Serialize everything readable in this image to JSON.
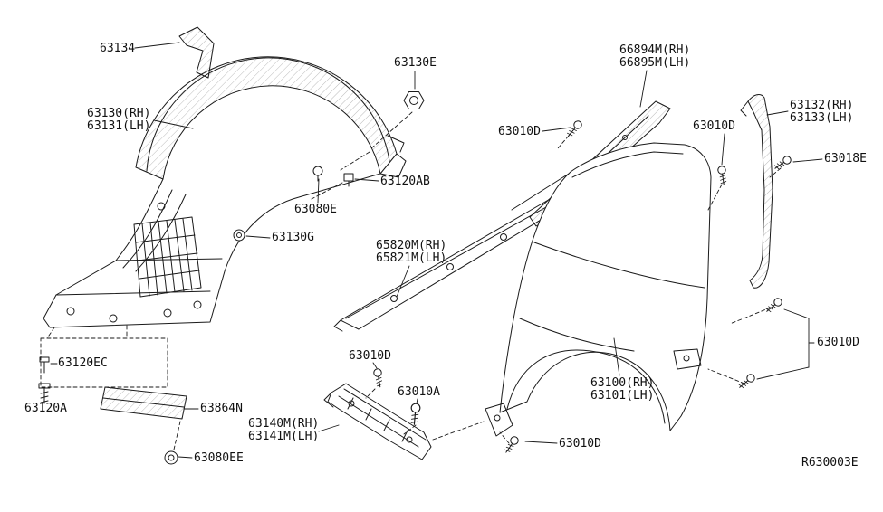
{
  "diagram": {
    "ref_code": "R630003E",
    "colors": {
      "line": "#1a1a1a",
      "background": "#ffffff"
    },
    "callouts": [
      "63134",
      "63130E",
      "66894M(RH)\n66895M(LH)",
      "63130(RH)\n63131(LH)",
      "63010D",
      "63010D",
      "63132(RH)\n63133(LH)",
      "63018E",
      "63120AB",
      "63080E",
      "63130G",
      "65820M(RH)\n65821M(LH)",
      "63120EC",
      "63120A",
      "63864N",
      "63140M(RH)\n63141M(LH)",
      "63080EE",
      "63010D",
      "63010A",
      "63010D",
      "63100(RH)\n63101(LH)",
      "63010D"
    ]
  }
}
